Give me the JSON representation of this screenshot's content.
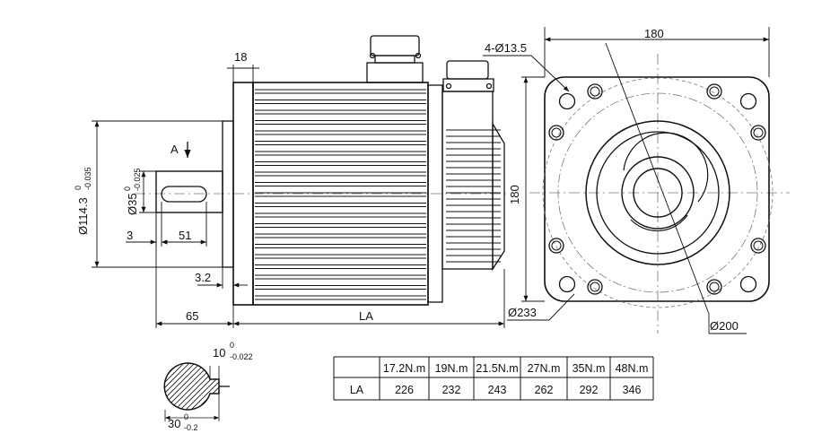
{
  "side_view": {
    "view_label": "A",
    "dim_18": "18",
    "dim_3": "3",
    "dim_51": "51",
    "dim_3_2": "3.2",
    "dim_65": "65",
    "dim_la": "LA",
    "dim_114": {
      "base": "Ø114.3",
      "upper": "0",
      "lower": "-0.035"
    },
    "dim_35": {
      "base": "Ø35",
      "upper": "0",
      "lower": "-0.025"
    }
  },
  "front_view": {
    "dim_180_h": "180",
    "dim_180_v": "180",
    "holes": "4-Ø13.5",
    "dim_233": "Ø233",
    "dim_200": "Ø200"
  },
  "shaft_section": {
    "key_width": {
      "base": "10",
      "upper": "0",
      "lower": "-0.022"
    },
    "depth": {
      "base": "30",
      "upper": "0",
      "lower": "-0.2"
    }
  },
  "torque_table": {
    "headers": [
      "17.2N.m",
      "19N.m",
      "21.5N.m",
      "27N.m",
      "35N.m",
      "48N.m"
    ],
    "row_label": "LA",
    "values": [
      "226",
      "232",
      "243",
      "262",
      "292",
      "346"
    ]
  }
}
